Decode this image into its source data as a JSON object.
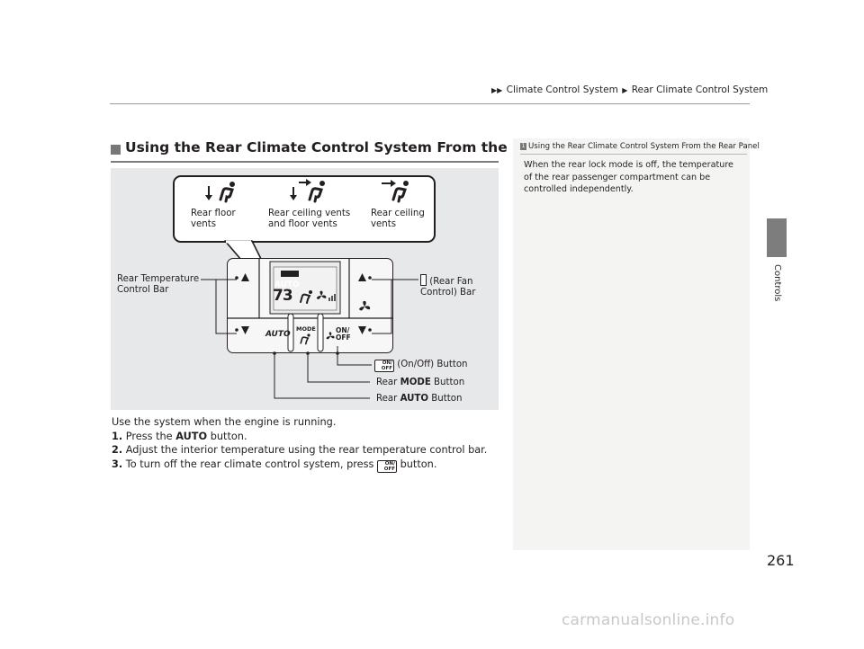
{
  "breadcrumb": {
    "part1": "Climate Control System",
    "part2": "Rear Climate Control System"
  },
  "side_tab": {
    "label": "Controls"
  },
  "page_number": "261",
  "section": {
    "title": "Using the Rear Climate Control System From the Rear Panel"
  },
  "diagram": {
    "vent_labels": {
      "floor_line1": "Rear floor",
      "floor_line2": "vents",
      "ceiling_floor_line1": "Rear ceiling vents",
      "ceiling_floor_line2": "and floor vents",
      "ceiling_line1": "Rear ceiling",
      "ceiling_line2": "vents"
    },
    "temp_bar_line1": "Rear Temperature",
    "temp_bar_line2": "Control Bar",
    "fan_bar_line1": "(Rear Fan",
    "fan_bar_line2": "Control) Bar",
    "onoff_label": "(On/Off) Button",
    "mode_prefix": "Rear",
    "mode_bold": "MODE",
    "mode_suffix": "Button",
    "auto_prefix": "Rear",
    "auto_bold": "AUTO",
    "auto_suffix": "Button",
    "panel": {
      "display_auto": "AUTO",
      "display_temp": "73",
      "auto_key": "AUTO",
      "mode_key": "MODE",
      "on_text": "ON/",
      "off_text": "OFF"
    }
  },
  "body": {
    "intro": "Use the system when the engine is running.",
    "step1_num": "1.",
    "step1_pre": "Press the",
    "step1_bold": "AUTO",
    "step1_post": "button.",
    "step2_num": "2.",
    "step2_text": "Adjust the interior temperature using the rear temperature control bar.",
    "step3_num": "3.",
    "step3_pre": "To turn off the rear climate control system, press",
    "step3_post": "button."
  },
  "sidebar": {
    "ref_number": "1",
    "title": "Using the Rear Climate Control System From the Rear Panel",
    "text": "When the rear lock mode is off, the temperature of the rear passenger compartment can be controlled independently."
  },
  "onoff_icon": {
    "on": "ON/",
    "off": "OFF"
  },
  "watermark": "carmanualsonline.info"
}
